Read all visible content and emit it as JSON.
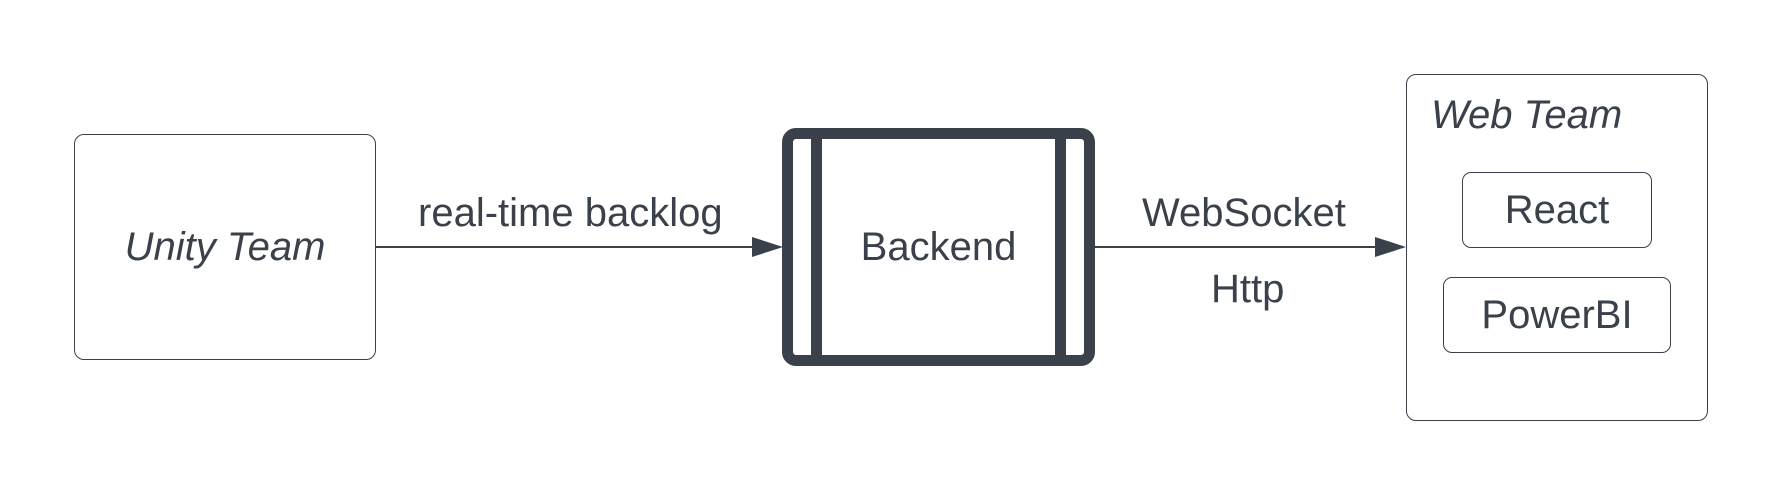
{
  "nodes": {
    "unity_team": {
      "label": "Unity Team"
    },
    "backend": {
      "label": "Backend"
    },
    "web_team": {
      "label": "Web Team",
      "children": [
        {
          "label": "React"
        },
        {
          "label": "PowerBI"
        }
      ]
    }
  },
  "edges": {
    "unity_to_backend": {
      "label": "real-time backlog"
    },
    "backend_to_web": {
      "labels": [
        "WebSocket",
        "Http"
      ]
    }
  },
  "colors": {
    "stroke": "#3a414a",
    "background": "#ffffff"
  }
}
